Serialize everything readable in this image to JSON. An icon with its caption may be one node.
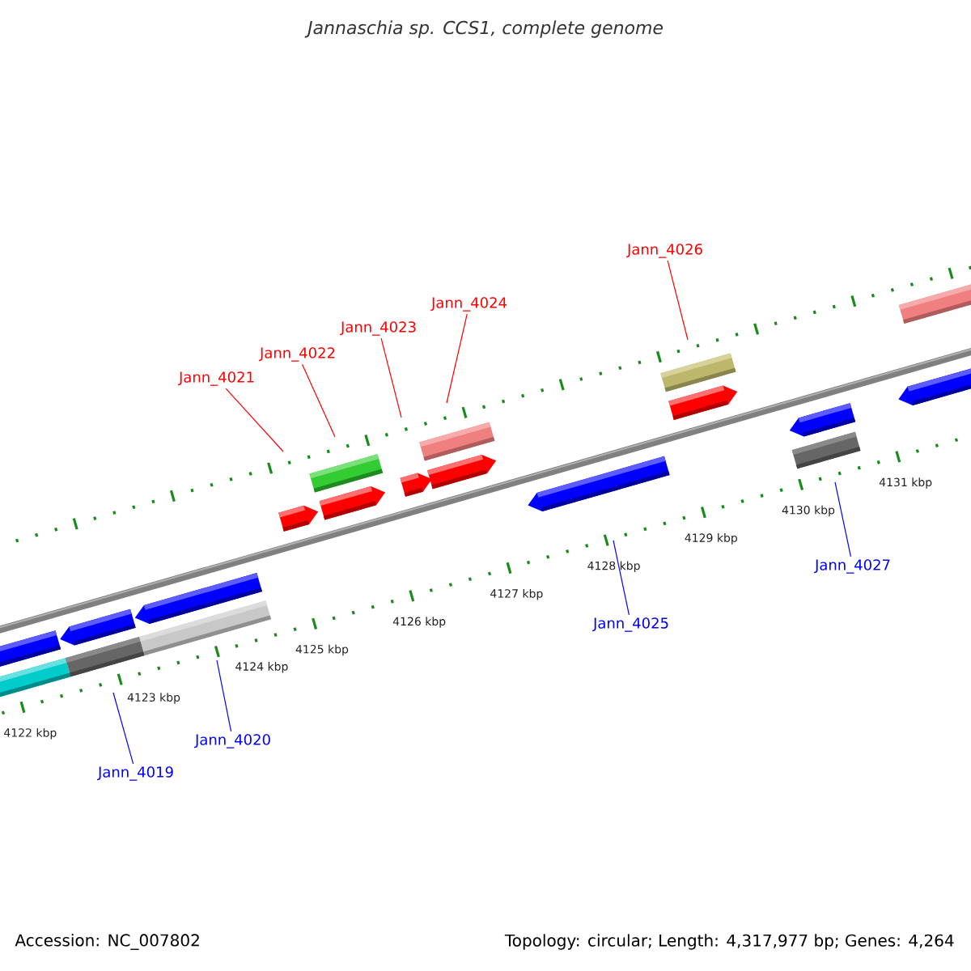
{
  "diagram": {
    "title": "Jannaschia sp. CCS1, complete genome",
    "nodes": [
      {
        "text": [
          "Jann_4019"
        ]
      },
      {
        "text": [
          "Jann_4020"
        ]
      },
      {
        "text": [
          "Jann_4021"
        ]
      },
      {
        "text": [
          "Jann_4022"
        ]
      },
      {
        "text": [
          "Jann_4023"
        ]
      },
      {
        "text": [
          "Jann_4024"
        ]
      },
      {
        "text": [
          "Jann_4025"
        ]
      },
      {
        "text": [
          "Jann_4026"
        ]
      },
      {
        "text": [
          "Jann_4027"
        ]
      }
    ],
    "edges": [
      {
        "from": 0,
        "to": null,
        "arrow": "none",
        "color": "#0000ff"
      },
      {
        "from": 1,
        "to": null,
        "arrow": "none",
        "color": "#0000ff"
      },
      {
        "from": 2,
        "to": null,
        "arrow": "none"
      },
      {
        "from": 3,
        "to": null,
        "arrow": "none"
      },
      {
        "from": 4,
        "to": null,
        "arrow": "none"
      },
      {
        "from": 5,
        "to": null,
        "arrow": "none"
      },
      {
        "from": 6,
        "to": null,
        "arrow": "none",
        "color": "#0000ff"
      },
      {
        "from": 7,
        "to": null,
        "arrow": "none"
      },
      {
        "from": 8,
        "to": null,
        "arrow": "none",
        "color": "#0000ff"
      }
    ],
    "labels": [
      "4122 kbp",
      "4123 kbp",
      "4124 kbp",
      "4125 kbp",
      "4126 kbp",
      "4127 kbp",
      "4128 kbp",
      "4129 kbp",
      "4130 kbp",
      "4131 kbp",
      "Accession: NC_007802",
      "Topology: circular; Length: 4,317,977 bp; Genes: 4,264"
    ]
  }
}
